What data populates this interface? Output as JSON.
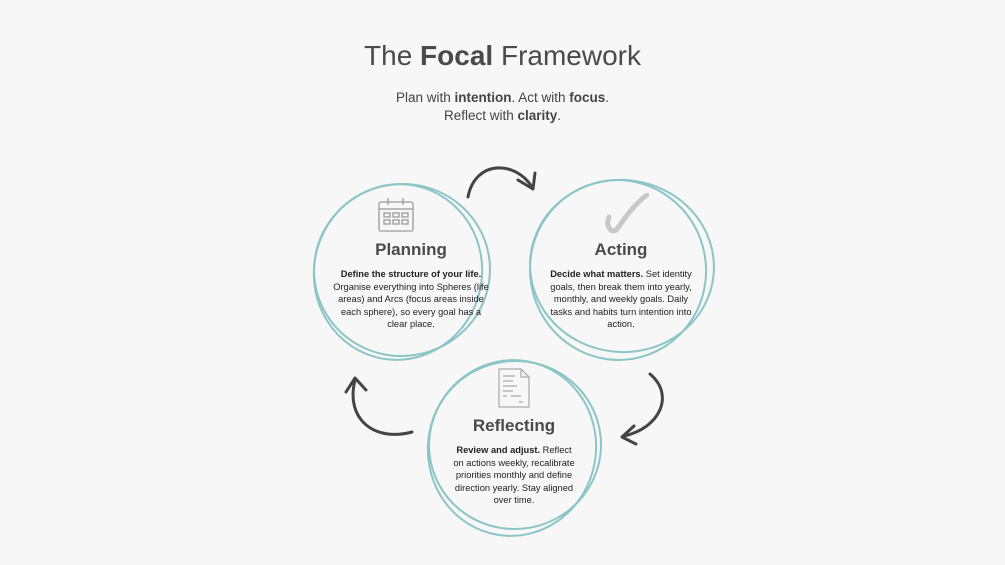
{
  "header": {
    "title_pre": "The ",
    "title_bold": "Focal",
    "title_post": " Framework",
    "line1": [
      {
        "t": "Plan with "
      },
      {
        "b": "intention"
      },
      {
        "t": ". Act with "
      },
      {
        "b": "focus"
      },
      {
        "t": "."
      }
    ],
    "line2": [
      {
        "t": "Reflect with "
      },
      {
        "b": "clarity"
      },
      {
        "t": "."
      }
    ]
  },
  "colors": {
    "accent": "#8cc5c5",
    "arrow": "#444444",
    "text": "#444444"
  },
  "stages": [
    {
      "title": "Planning",
      "lead": "Define the structure of your life.",
      "body": "Organise everything into Spheres (life areas) and Arcs (focus areas inside each sphere), so every goal has a clear place.",
      "icon": "calendar-icon"
    },
    {
      "title": "Acting",
      "lead": "Decide what matters.",
      "body": "Set identity goals, then break them into yearly, monthly, and weekly goals. Daily tasks and habits turn intention into action.",
      "icon": "checkmark-icon"
    },
    {
      "title": "Reflecting",
      "lead": "Review and adjust.",
      "body": "Reflect on actions weekly, recalibrate priorities monthly and define direction yearly. Stay aligned over time.",
      "icon": "document-icon"
    }
  ]
}
